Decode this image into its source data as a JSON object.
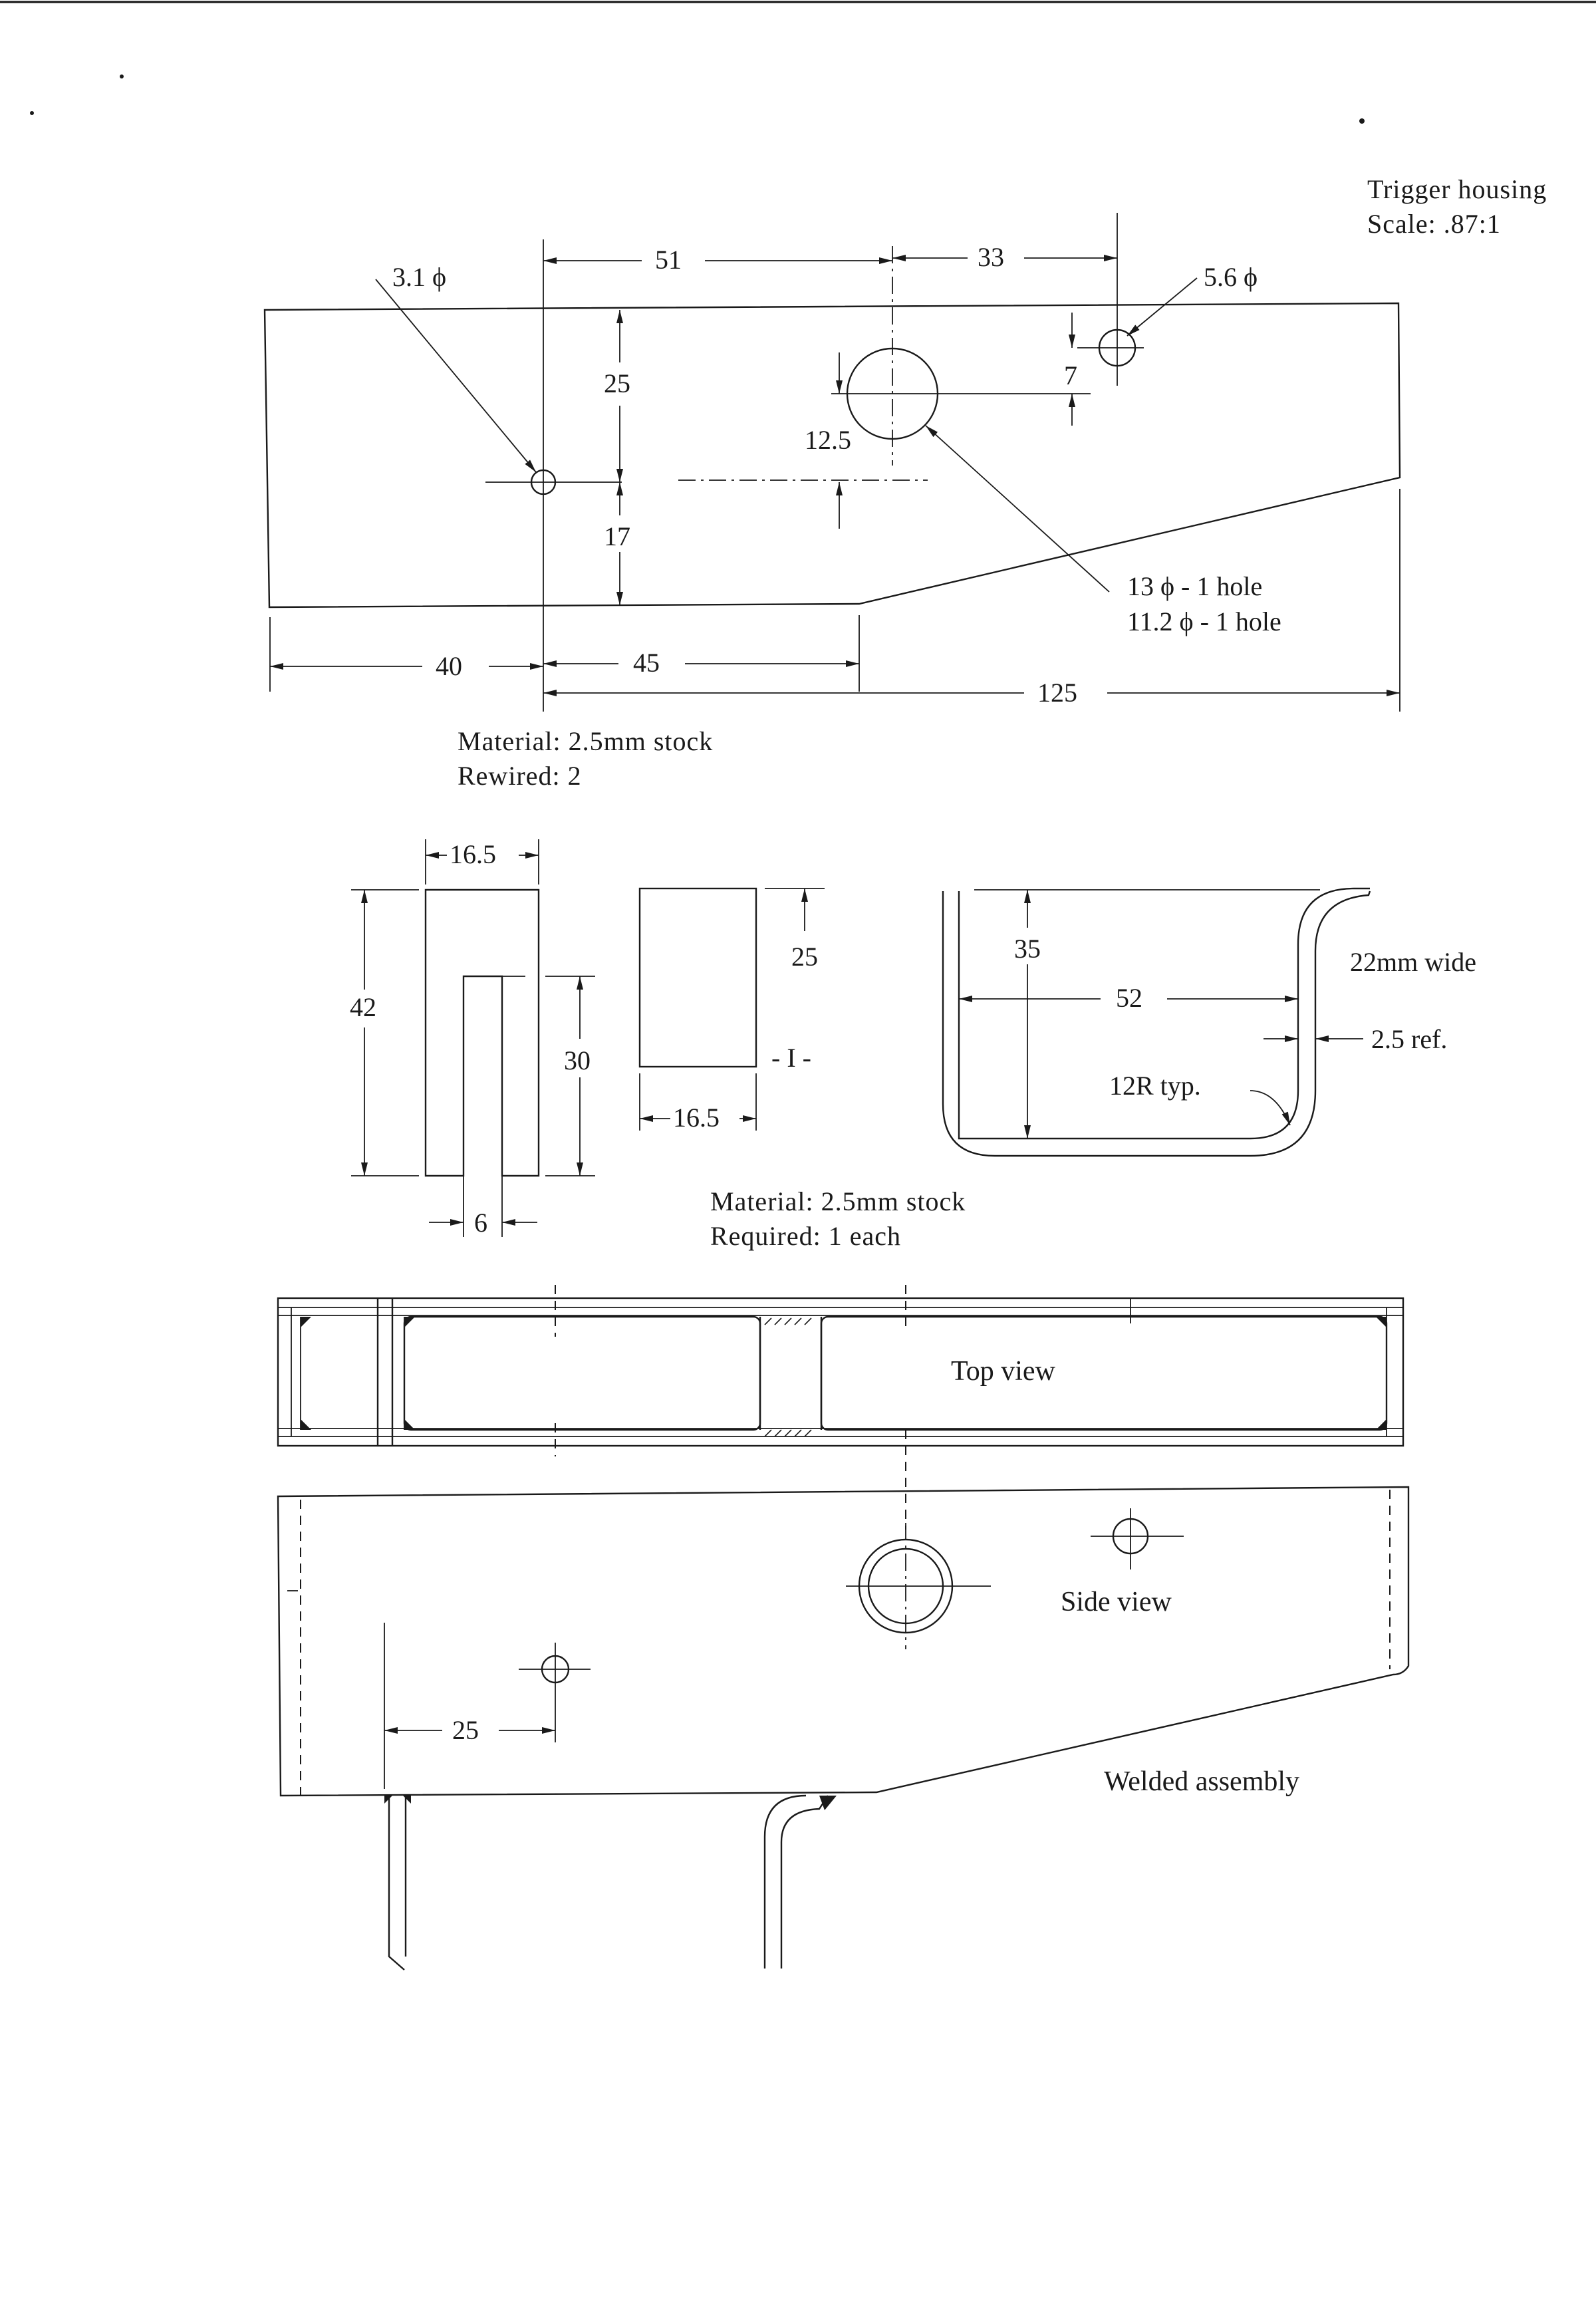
{
  "title": {
    "line1": "Trigger housing",
    "line2": "Scale: .87:1"
  },
  "part1": {
    "dims": {
      "hole_small": "3.1 ϕ",
      "hole_right": "5.6 ϕ",
      "d51": "51",
      "d33": "33",
      "d25": "25",
      "d7": "7",
      "d12_5": "12.5",
      "d17": "17",
      "d40": "40",
      "d45": "45",
      "d125": "125"
    },
    "hole_note_1": "13 ϕ - 1 hole",
    "hole_note_2": "11.2 ϕ - 1 hole",
    "material": "Material: 2.5mm stock",
    "required": "Rewired: 2"
  },
  "part2": {
    "dims": {
      "width_top": "16.5",
      "height_42": "42",
      "slot_30": "30",
      "slot_6": "6",
      "block_25": "25",
      "block_width": "16.5",
      "block_mark": "- I -",
      "channel_35": "35",
      "channel_52": "52",
      "channel_wide": "22mm wide",
      "channel_ref": "2.5 ref.",
      "channel_radius": "12R typ."
    },
    "material": "Material: 2.5mm stock",
    "required": "Required: 1 each"
  },
  "assembly": {
    "top_view": "Top view",
    "side_view": "Side view",
    "dim_25": "25",
    "caption": "Welded assembly"
  },
  "icons": {
    "arrowheads": "dimension-arrow-icon",
    "holes": "drill-hole-icon"
  }
}
